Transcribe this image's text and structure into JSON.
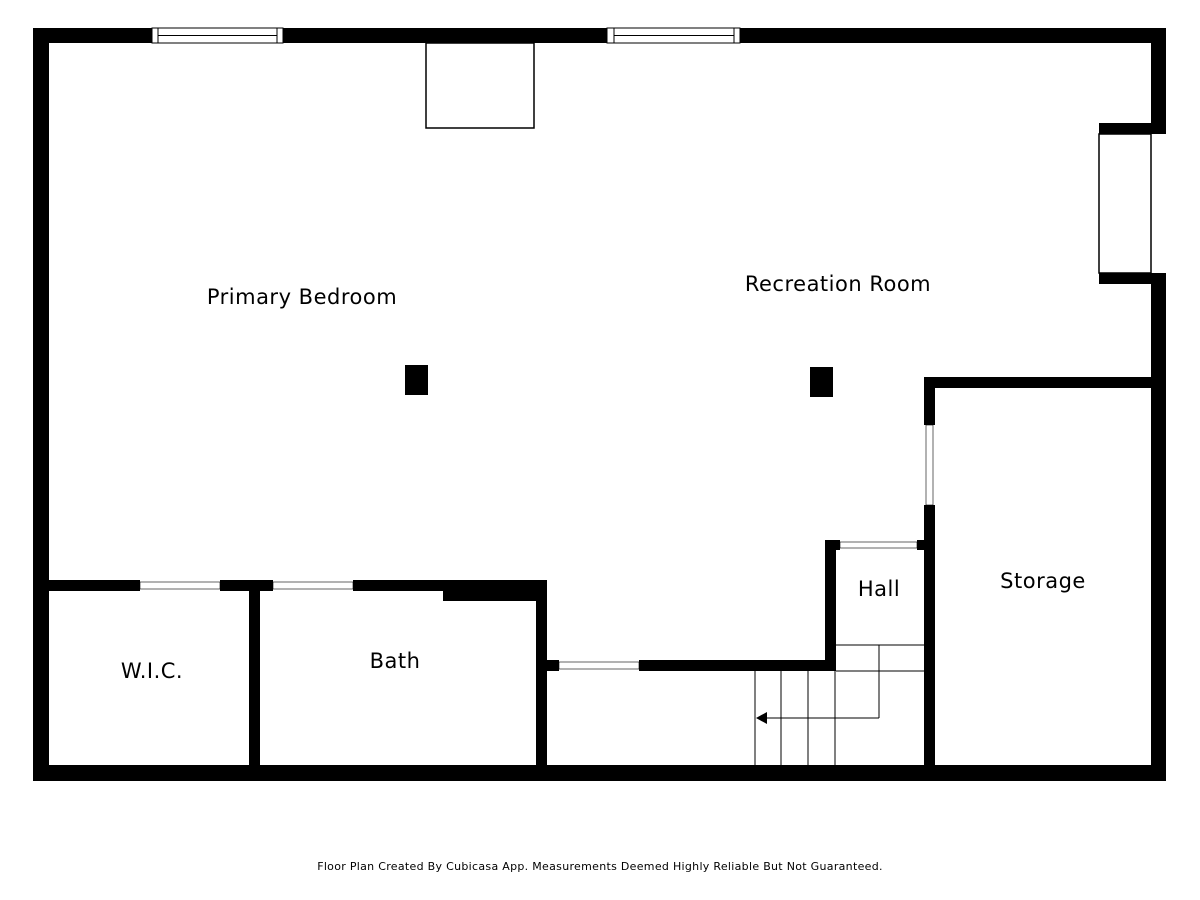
{
  "rooms": {
    "primary_bedroom": "Primary Bedroom",
    "recreation_room": "Recreation Room",
    "wic": "W.I.C.",
    "bath": "Bath",
    "hall": "Hall",
    "storage": "Storage"
  },
  "footer": {
    "credit": "Floor Plan Created By Cubicasa App. Measurements Deemed Highly Reliable But Not Guaranteed."
  },
  "colors": {
    "wall": "#000000",
    "background": "#ffffff"
  }
}
